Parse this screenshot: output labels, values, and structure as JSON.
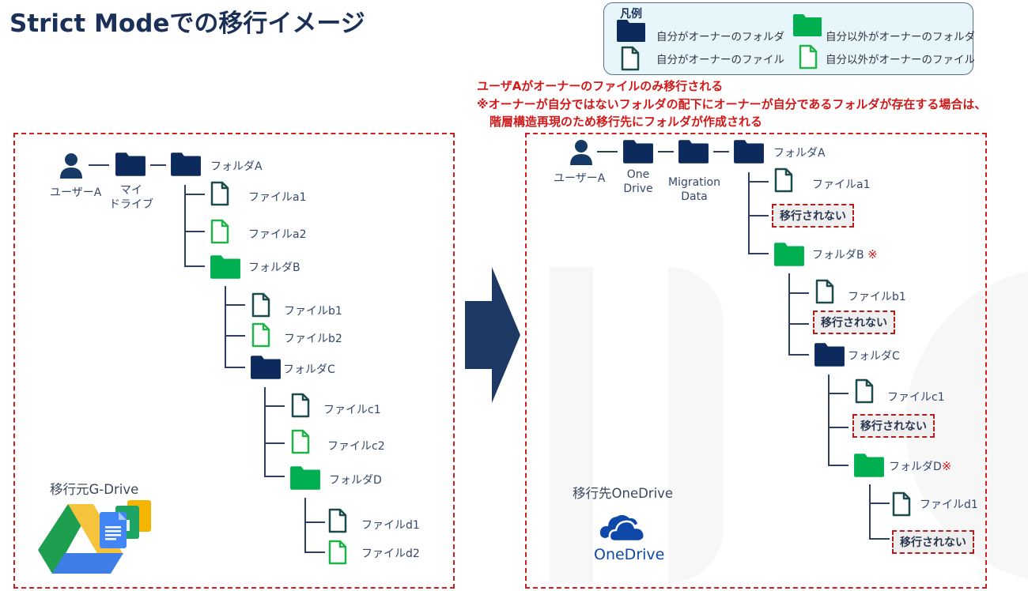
{
  "title": "Strict Modeでの移行イメージ",
  "legend": {
    "title": "凡例",
    "items": [
      {
        "icon": "folder-icon",
        "color": "#0d2a5c",
        "label": "自分がオーナーのフォルダ"
      },
      {
        "icon": "folder-icon",
        "color": "#00b050",
        "label": "自分以外がオーナーのフォルダ"
      },
      {
        "icon": "file-icon",
        "color": "#1d4a4a",
        "label": "自分がオーナーのファイル"
      },
      {
        "icon": "file-icon",
        "color": "#21b34a",
        "label": "自分以外がオーナーのファイル"
      }
    ]
  },
  "notes": {
    "line1": "ユーザAがオーナーのファイルのみ移行される",
    "line2": "※オーナーが自分ではないフォルダの配下にオーナーが自分であるフォルダが存在する場合は、",
    "line3": "階層構造再現のため移行先にフォルダが作成される"
  },
  "colors": {
    "own_folder": "#0d2a5c",
    "other_folder": "#00b050",
    "own_file": "#1d4a4a",
    "other_file": "#21b34a",
    "dashed_border": "#cc1f1f",
    "arrow": "#1e3a64"
  },
  "source": {
    "caption": "移行元G-Drive",
    "path": [
      {
        "type": "user",
        "label": "ユーザーA"
      },
      {
        "type": "own-folder",
        "label": "マイ\nドライブ",
        "label_l1": "マイ",
        "label_l2": "ドライブ"
      },
      {
        "type": "own-folder",
        "label": "フォルダA"
      }
    ],
    "tree": {
      "folderA_children": [
        "ファイルa1",
        "ファイルa2",
        "フォルダB"
      ],
      "folderB_children": [
        "ファイルb1",
        "ファイルb2",
        "フォルダC"
      ],
      "folderC_children": [
        "ファイルc1",
        "ファイルc2",
        "フォルダD"
      ],
      "folderD_children": [
        "ファイルd1",
        "ファイルd2"
      ]
    },
    "labels": {
      "user": "ユーザーA",
      "mydrive_l1": "マイ",
      "mydrive_l2": "ドライブ",
      "folderA": "フォルダA",
      "a1": "ファイルa1",
      "a2": "ファイルa2",
      "folderB": "フォルダB",
      "b1": "ファイルb1",
      "b2": "ファイルb2",
      "folderC": "フォルダC",
      "c1": "ファイルc1",
      "c2": "ファイルc2",
      "folderD": "フォルダD",
      "d1": "ファイルd1",
      "d2": "ファイルd2"
    }
  },
  "destination": {
    "caption": "移行先OneDrive",
    "logo_text": "OneDrive",
    "labels": {
      "user": "ユーザーA",
      "onedrive_l1": "One",
      "onedrive_l2": "Drive",
      "migration_l1": "Migration",
      "migration_l2": "Data",
      "folderA": "フォルダA",
      "a1": "ファイルa1",
      "folderB": "フォルダB",
      "b1": "ファイルb1",
      "folderC": "フォルダC",
      "c1": "ファイルc1",
      "folderD": "フォルダD",
      "d1": "ファイルd1",
      "not_migrated": "移行されない",
      "mark": "※"
    }
  }
}
